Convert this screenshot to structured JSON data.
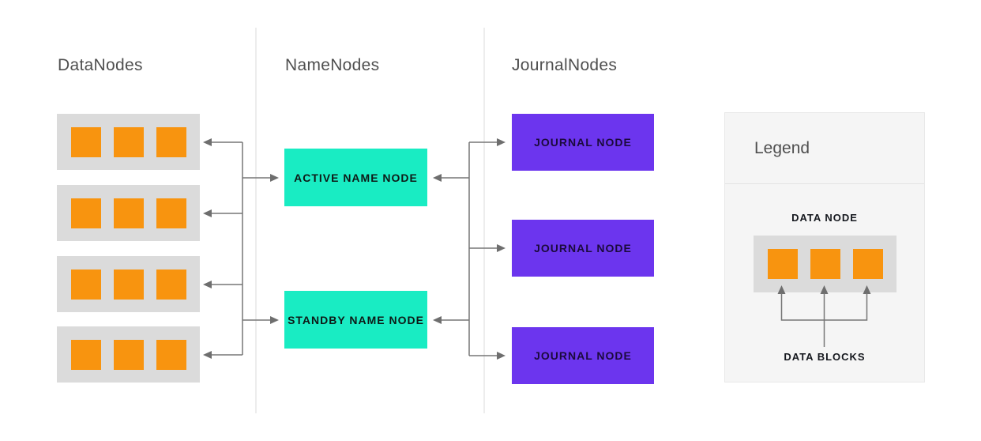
{
  "diagram": {
    "columns": [
      {
        "title": "DataNodes"
      },
      {
        "title": "NameNodes"
      },
      {
        "title": "JournalNodes"
      }
    ],
    "datanodes": {
      "count": 4,
      "blocks_per_node": 3
    },
    "namenodes": [
      {
        "label": "ACTIVE NAME NODE"
      },
      {
        "label": "STANDBY NAME NODE"
      }
    ],
    "journalnodes": [
      {
        "label": "JOURNAL NODE"
      },
      {
        "label": "JOURNAL NODE"
      },
      {
        "label": "JOURNAL NODE"
      }
    ],
    "flows": [
      "left bus: arrows point into each of the 4 data nodes and into both name nodes",
      "right bus: arrows point into each of the 3 journal nodes and into both name nodes",
      "legend: three arrows point up from DATA BLOCKS into the orange blocks of the data node"
    ]
  },
  "legend": {
    "title": "Legend",
    "data_node_label": "DATA NODE",
    "data_blocks_label": "DATA BLOCKS"
  },
  "colors": {
    "orange_block": "#F8940F",
    "node_gray": "#DBDBDB",
    "teal_namenode": "#19ECC3",
    "purple_journal": "#6C35EE",
    "arrow_gray": "#6E6E6E",
    "header_text": "#4F4F4F",
    "legend_bg": "#F5F5F5",
    "legend_border": "#E9E9E9",
    "divider": "#EDEDED"
  }
}
